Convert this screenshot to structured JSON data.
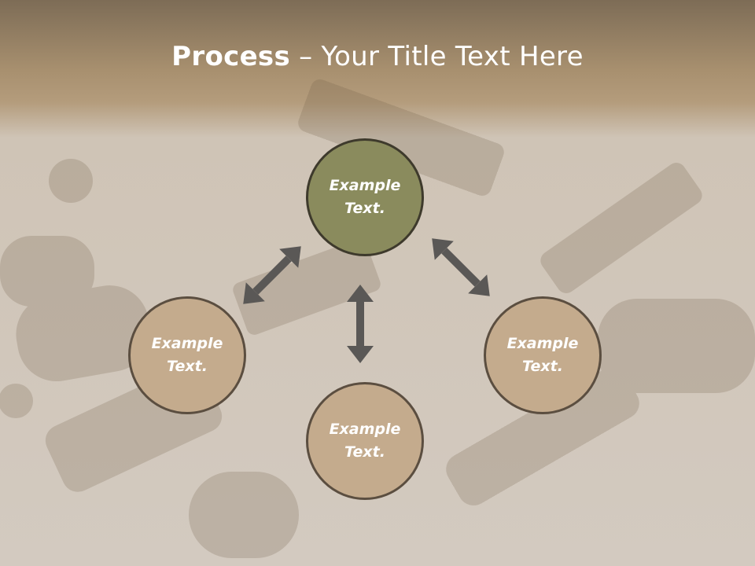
{
  "title": {
    "bold": "Process",
    "dash": " – ",
    "rest": "Your Title Text Here"
  },
  "nodes": [
    {
      "line1": "Example",
      "line2": "Text."
    },
    {
      "line1": "Example",
      "line2": "Text."
    },
    {
      "line1": "Example",
      "line2": "Text."
    },
    {
      "line1": "Example",
      "line2": "Text."
    }
  ],
  "colors": {
    "accent_circle": "#8a8b5d",
    "tan_circle": "#c4ab8d",
    "arrow": "#5a5856"
  }
}
